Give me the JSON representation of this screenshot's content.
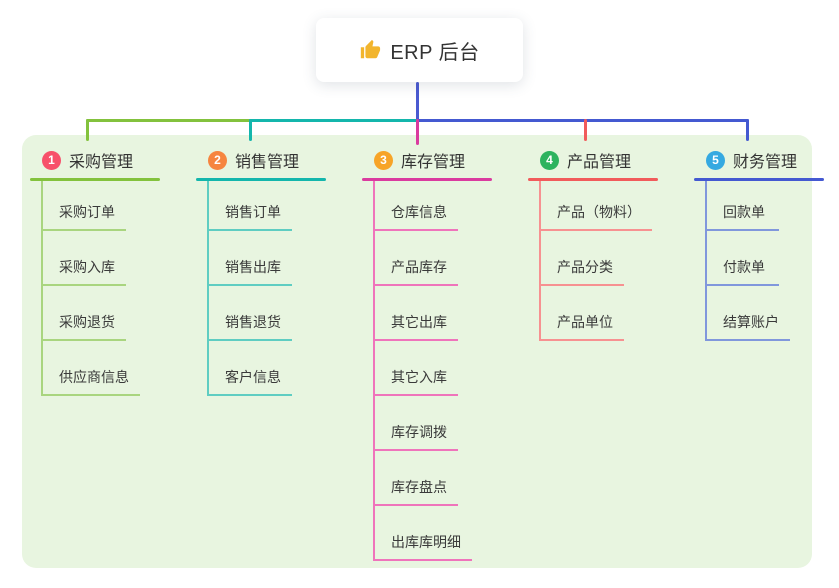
{
  "root": {
    "icon": "thumbs-up-icon",
    "title": "ERP 后台",
    "icon_color": "#f2b52d"
  },
  "colors": {
    "panel_bg": "#e8f5e0",
    "trunk_blue": "#4a5ad1",
    "text_dark": "#333333"
  },
  "branches": [
    {
      "num": "1",
      "label": "采购管理",
      "badge_color": "#f7506a",
      "line_color": "#83c23d",
      "child_line_color": "#a9d57f",
      "children": [
        "采购订单",
        "采购入库",
        "采购退货",
        "供应商信息"
      ]
    },
    {
      "num": "2",
      "label": "销售管理",
      "badge_color": "#f6853f",
      "line_color": "#14b6ac",
      "child_line_color": "#5fcdc2",
      "children": [
        "销售订单",
        "销售出库",
        "销售退货",
        "客户信息"
      ]
    },
    {
      "num": "3",
      "label": "库存管理",
      "badge_color": "#f7a427",
      "line_color": "#da3b9f",
      "child_line_color": "#ef74bb",
      "children": [
        "仓库信息",
        "产品库存",
        "其它出库",
        "其它入库",
        "库存调拨",
        "库存盘点",
        "出库库明细"
      ]
    },
    {
      "num": "4",
      "label": "产品管理",
      "badge_color": "#2db35f",
      "line_color": "#f15b5b",
      "child_line_color": "#f79191",
      "children": [
        "产品（物料）",
        "产品分类",
        "产品单位"
      ]
    },
    {
      "num": "5",
      "label": "财务管理",
      "badge_color": "#35a9e1",
      "line_color": "#4459d1",
      "child_line_color": "#8097dc",
      "children": [
        "回款单",
        "付款单",
        "结算账户"
      ]
    }
  ]
}
